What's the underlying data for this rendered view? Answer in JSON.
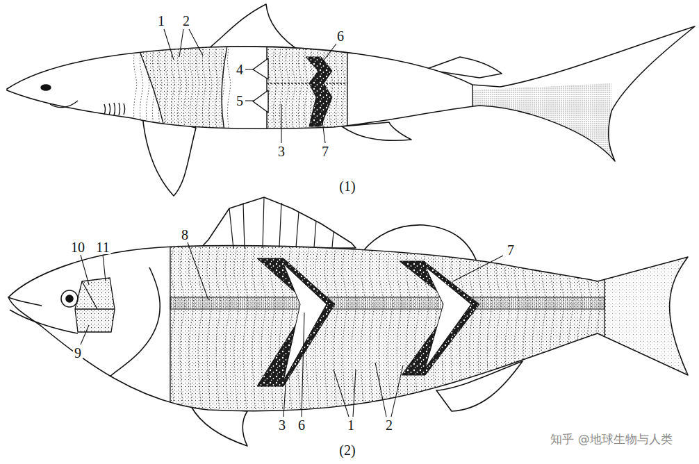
{
  "diagram": {
    "labels": [
      "1",
      "2",
      "4",
      "5",
      "3",
      "7",
      "6",
      "(1)",
      "10",
      "11",
      "8",
      "7",
      "9",
      "3",
      "6",
      "1",
      "2",
      "(2)",
      "知乎 @地球生物与人类"
    ]
  }
}
